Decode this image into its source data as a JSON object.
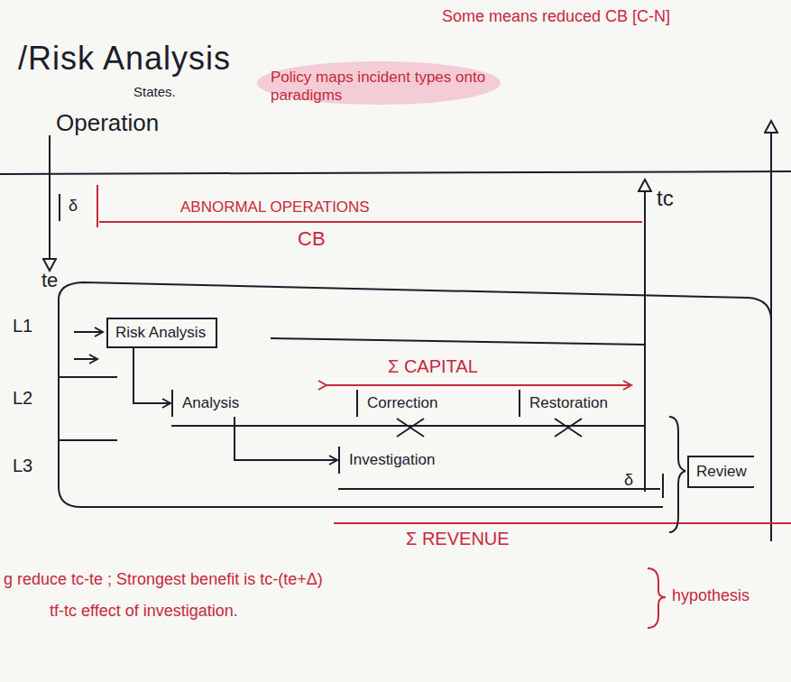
{
  "diagram": {
    "title": "/Risk Analysis",
    "nodes": [
      {
        "text": [
          "Risk Analysis"
        ]
      },
      {
        "text": [
          "Analysis"
        ]
      },
      {
        "text": [
          "Correction"
        ]
      },
      {
        "text": [
          "Restoration"
        ]
      },
      {
        "text": [
          "Investigation"
        ]
      },
      {
        "text": [
          "Review"
        ]
      }
    ],
    "edges": [
      {
        "from": 0,
        "to": 1,
        "arrow": "to"
      },
      {
        "from": 1,
        "to": 4,
        "arrow": "to"
      }
    ],
    "labels": [
      "States.",
      "Operation",
      "Policy maps incident types onto paradigms",
      "Some means reduced CB [C-N]",
      "δ",
      "ABNORMAL OPERATIONS",
      "CB",
      "tc",
      "te",
      "L1",
      "L2",
      "L3",
      "Σ CAPITAL",
      "Σ REVENUE",
      "δ",
      "g reduce tc-te ; Strongest benefit is tc-(te+Δ)",
      "tf-tc effect of investigation.",
      "hypothesis"
    ]
  }
}
